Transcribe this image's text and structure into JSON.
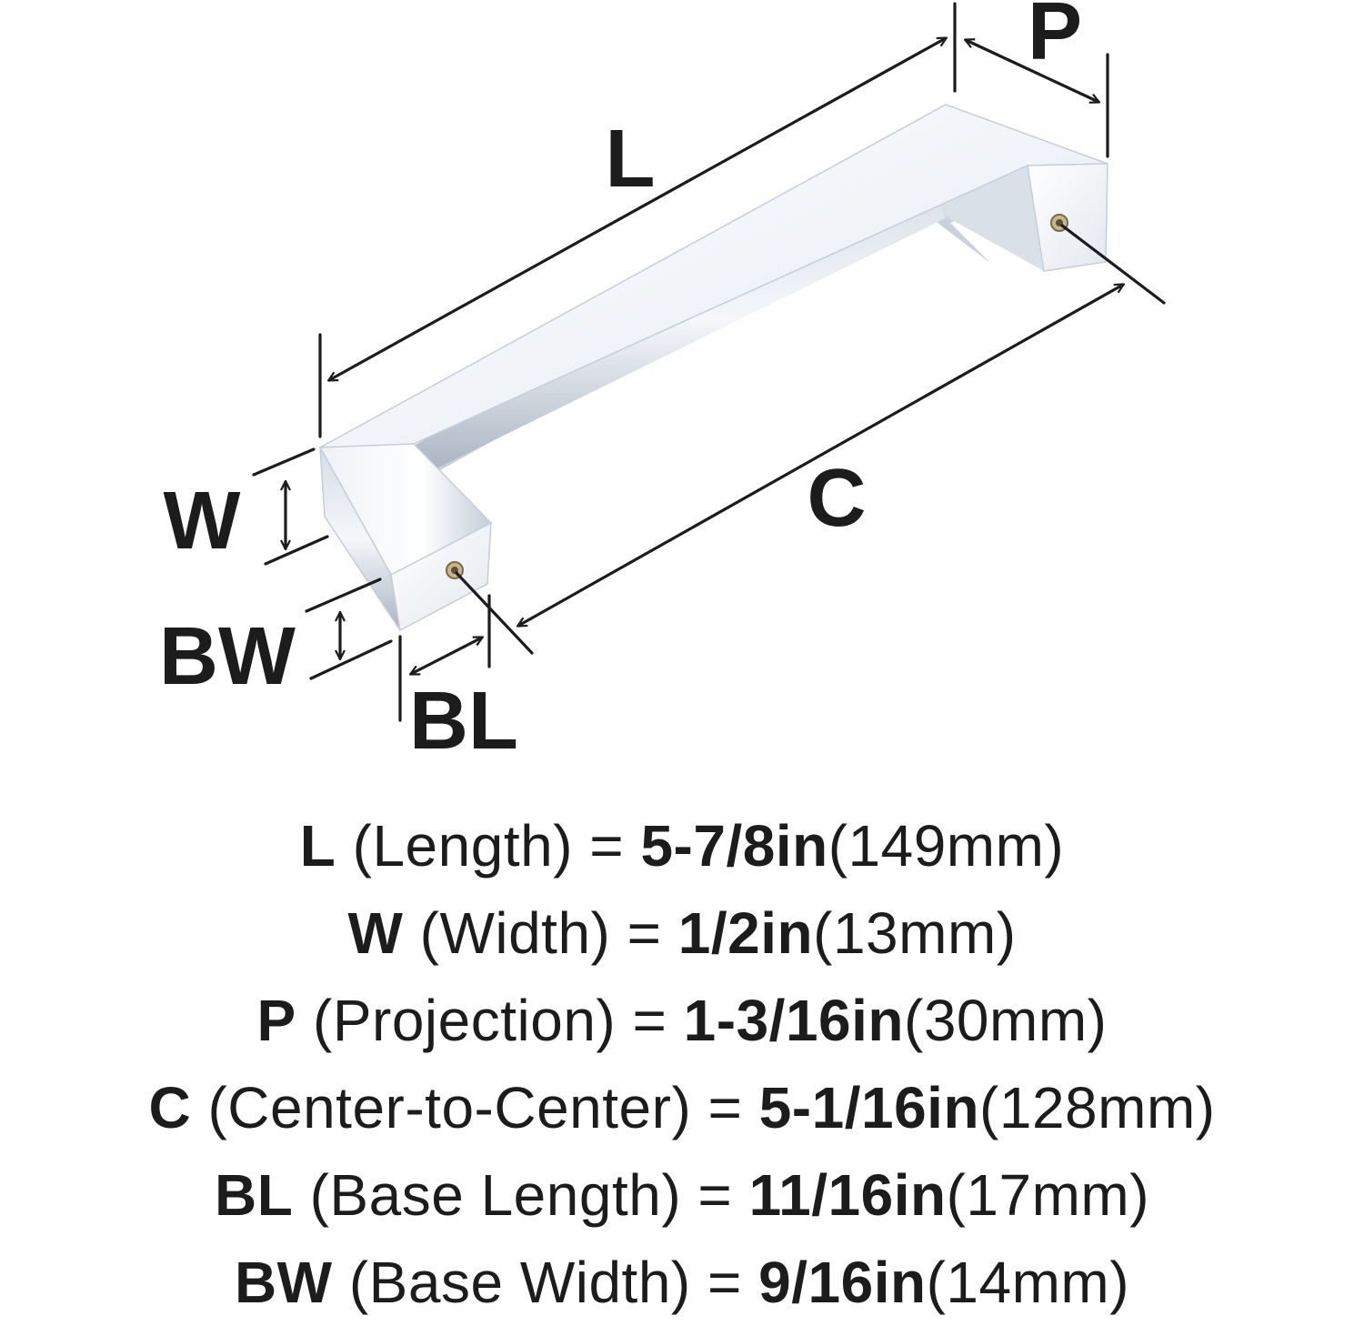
{
  "colors": {
    "ink": "#1c1c1c",
    "chrome_light": "#f7f9fc",
    "chrome_mid": "#e2e8f0",
    "chrome_dark": "#9aa6b4",
    "screw_hole": "#8b7a5a"
  },
  "diagram_labels": {
    "length": "L",
    "projection": "P",
    "center_to_center": "C",
    "width": "W",
    "base_width": "BW",
    "base_length": "BL"
  },
  "specs": [
    {
      "code": "L",
      "name": "(Length)",
      "eq": "=",
      "inch": "5-7/8in",
      "mm": "(149mm)"
    },
    {
      "code": "W",
      "name": "(Width)",
      "eq": "=",
      "inch": "1/2in",
      "mm": "(13mm)"
    },
    {
      "code": "P",
      "name": "(Projection)",
      "eq": "=",
      "inch": "1-3/16in",
      "mm": "(30mm)"
    },
    {
      "code": "C",
      "name": "(Center-to-Center)",
      "eq": "=",
      "inch": "5-1/16in",
      "mm": "(128mm)"
    },
    {
      "code": "BL",
      "name": "(Base Length)",
      "eq": "=",
      "inch": "11/16in",
      "mm": "(17mm)"
    },
    {
      "code": "BW",
      "name": "(Base Width)",
      "eq": "=",
      "inch": "9/16in",
      "mm": "(14mm)"
    }
  ]
}
